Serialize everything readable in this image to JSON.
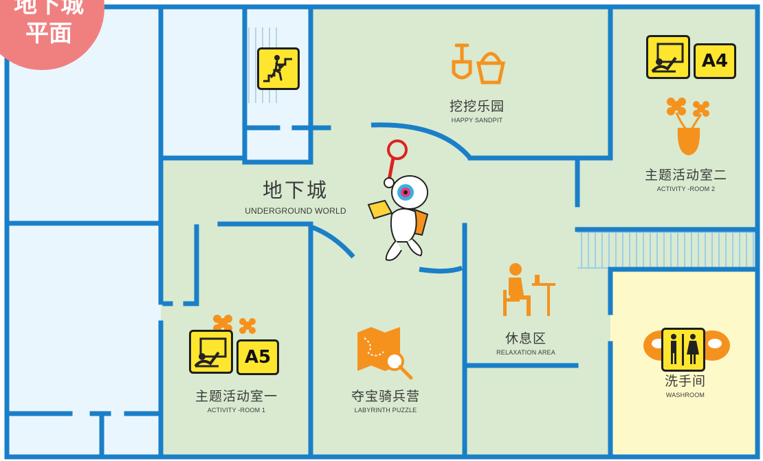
{
  "map_title": [
    "地下城",
    "平面"
  ],
  "colors": {
    "wall": "#1a7fc8",
    "room_green": "#d9ead0",
    "room_lightblue": "#eaf6fd",
    "washroom_yellow": "#fdf9c9",
    "icon_orange": "#f5921e",
    "badge_yellow": "#ffe62e",
    "corner_pink": "#f08080"
  },
  "rooms": {
    "main": {
      "zh": "地下城",
      "en": "UNDERGROUND WORLD"
    },
    "sandpit": {
      "zh": "挖挖乐园",
      "en": "HAPPY SANDPIT"
    },
    "activity2": {
      "zh": "主题活动室二",
      "en": "ACTIVITY -ROOM 2"
    },
    "activity1": {
      "zh": "主题活动室一",
      "en": "ACTIVITY -ROOM 1"
    },
    "labyrinth": {
      "zh": "夺宝骑兵营",
      "en": "LABYRINTH PUZZLE"
    },
    "relax": {
      "zh": "休息区",
      "en": "RELAXATION AREA"
    },
    "washroom": {
      "zh": "洗手间",
      "en": "WASHROOM"
    }
  },
  "badges": {
    "a4": "A4",
    "a5": "A5"
  },
  "icons": [
    "stairs-icon",
    "sand-bucket-icon",
    "flower-vase-icon",
    "flower-icon",
    "presentation-icon",
    "treasure-map-icon",
    "cafe-person-icon",
    "restroom-icon",
    "mascot-explorer-icon"
  ]
}
